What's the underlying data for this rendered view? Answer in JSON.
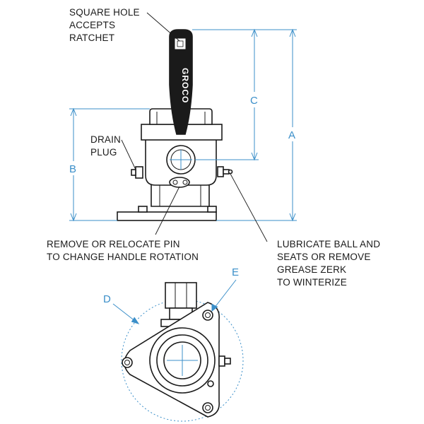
{
  "callouts": {
    "square_hole": [
      "SQUARE HOLE",
      "ACCEPTS",
      "RATCHET"
    ],
    "drain_plug": [
      "DRAIN",
      "PLUG"
    ],
    "remove_pin": [
      "REMOVE OR RELOCATE PIN",
      "TO CHANGE HANDLE ROTATION"
    ],
    "lubricate": [
      "LUBRICATE BALL AND",
      "SEATS OR REMOVE",
      "GREASE ZERK",
      "TO WINTERIZE"
    ]
  },
  "dimensions": {
    "a": "A",
    "b": "B",
    "c": "C",
    "d": "D",
    "e": "E"
  },
  "handle_logo": "GROCO",
  "colors": {
    "ink": "#1a1a1a",
    "dimension": "#3b8fc9"
  }
}
